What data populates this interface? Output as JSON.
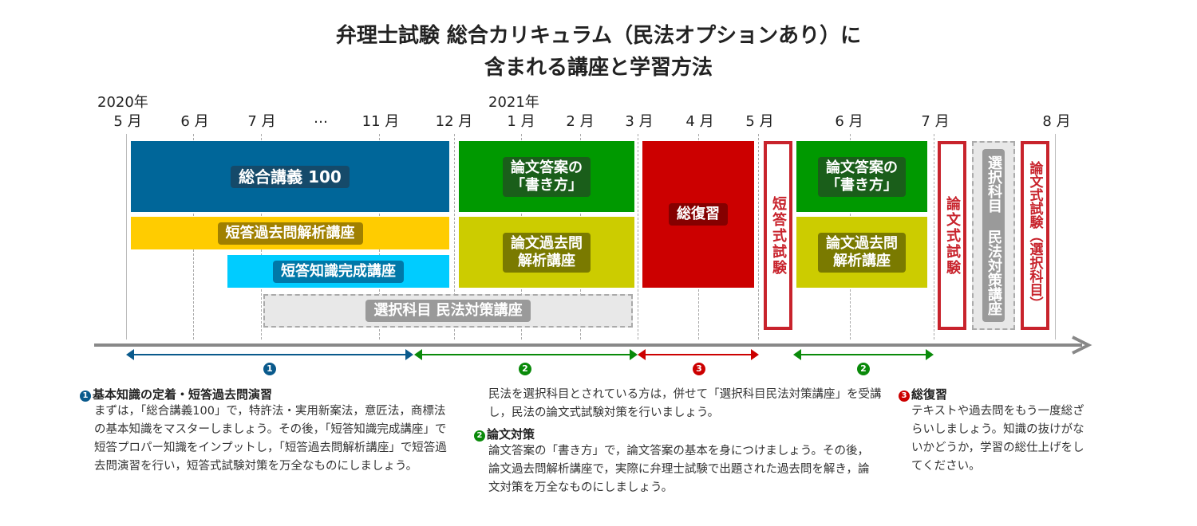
{
  "title": {
    "line1": "弁理士試験 総合カリキュラム（民法オプションあり）に",
    "line2": "含まれる講座と学習方法"
  },
  "years": {
    "y2020": "2020年",
    "y2021": "2021年"
  },
  "months": [
    "5 月",
    "6 月",
    "7 月",
    "…",
    "11 月",
    "12 月",
    "1 月",
    "2 月",
    "3 月",
    "4 月",
    "5 月",
    "6 月",
    "7 月",
    "8 月"
  ],
  "blocks": {
    "sogo_kogi": "総合講義 100",
    "tanto_kakomon": "短答過去問解析講座",
    "tanto_chishiki": "短答知識完成講座",
    "sentaku_minpo": "選択科目 民法対策講座",
    "ronbun_kakikata": "論文答案の\n「書き方」",
    "ronbun_kakomon": "論文過去問\n解析講座",
    "sofukushu": "総復習",
    "tanto_shiken": "短答式試験",
    "ronbun_kakikata2": "論文答案の\n「書き方」",
    "ronbun_kakomon2": "論文過去問\n解析講座",
    "ronbun_shiken": "論文式試験",
    "sentaku_minpo2": "選択科目 民法対策講座",
    "ronbun_shiken_sentaku": "論文式試験（選択科目）"
  },
  "phases": {
    "p1": "1",
    "p2": "2",
    "p3": "3",
    "p2b": "2"
  },
  "colors": {
    "blue": "#006699",
    "yellow": "#ffcc00",
    "cyan": "#00ccff",
    "green": "#009900",
    "olive": "#cccc00",
    "red": "#cc0000",
    "exam": "#c8232c"
  },
  "sections": {
    "s1": {
      "num": "1",
      "heading": "基本知識の定着・短答過去問演習",
      "body": "まずは，「総合講義100」で，特許法・実用新案法，意匠法，商標法の基本知識をマスターしましょう。その後，「短答知識完成講座」で短答プロパー知識をインプットし，「短答過去問解析講座」で短答過去問演習を行い，短答式試験対策を万全なものにしましょう。"
    },
    "s_minpo": {
      "body": "民法を選択科目とされている方は，併せて「選択科目民法対策講座」を受講し，民法の論文式試験対策を行いましょう。"
    },
    "s2": {
      "num": "2",
      "heading": "論文対策",
      "body": "論文答案の「書き方」で，論文答案の基本を身につけましょう。その後，論文過去問解析講座で，実際に弁理士試験で出題された過去問を解き，論文対策を万全なものにしましょう。"
    },
    "s3": {
      "num": "3",
      "heading": "総復習",
      "body": "テキストや過去問をもう一度総ざらいしましょう。知識の抜けがないかどうか，学習の総仕上げをしてください。"
    }
  }
}
